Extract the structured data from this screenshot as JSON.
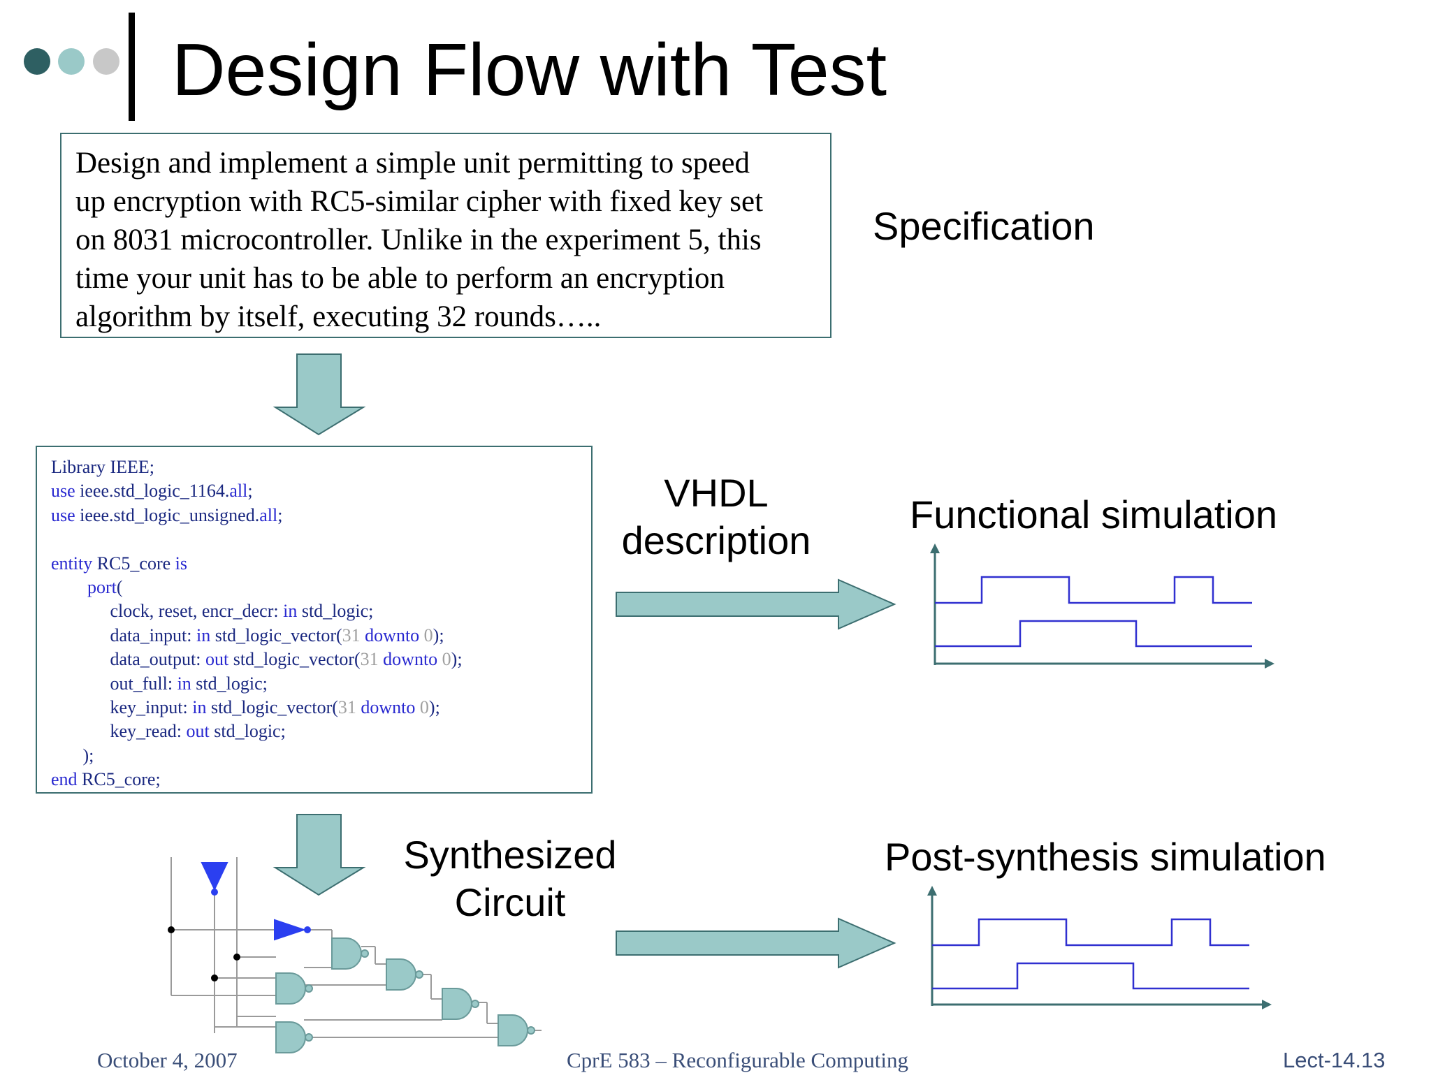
{
  "slide": {
    "title": "Design Flow with Test",
    "bullet_colors": [
      "#2e5f62",
      "#9ac9c8",
      "#c8c8c8"
    ]
  },
  "spec": {
    "lines": [
      "Design and implement a simple unit permitting to speed",
      "up encryption with RC5-similar cipher with fixed key set",
      "on 8031 microcontroller. Unlike in the experiment 5, this",
      "time your unit has to be able to perform an encryption",
      "algorithm by itself, executing 32 rounds….."
    ],
    "label": "Specification"
  },
  "vhdl": {
    "label_line1": "VHDL",
    "label_line2": "description",
    "code": [
      [
        {
          "t": "Library IEEE;",
          "c": "id"
        }
      ],
      [
        {
          "t": "use ",
          "c": "kw"
        },
        {
          "t": "ieee.std_logic_1164.",
          "c": "id"
        },
        {
          "t": "all",
          "c": "kw"
        },
        {
          "t": ";",
          "c": "id"
        }
      ],
      [
        {
          "t": "use ",
          "c": "kw"
        },
        {
          "t": "ieee.std_logic_unsigned.",
          "c": "id"
        },
        {
          "t": "all",
          "c": "kw"
        },
        {
          "t": ";",
          "c": "id"
        }
      ],
      [],
      [
        {
          "t": "entity ",
          "c": "kw"
        },
        {
          "t": "RC5_core ",
          "c": "id"
        },
        {
          "t": "is",
          "c": "kw"
        }
      ],
      [
        {
          "t": "        ",
          "c": "id"
        },
        {
          "t": "port",
          "c": "kw"
        },
        {
          "t": "(",
          "c": "id"
        }
      ],
      [
        {
          "t": "             clock, reset, encr_decr: ",
          "c": "id"
        },
        {
          "t": "in ",
          "c": "kw"
        },
        {
          "t": "std_logic;",
          "c": "id"
        }
      ],
      [
        {
          "t": "             data_input: ",
          "c": "id"
        },
        {
          "t": "in ",
          "c": "kw"
        },
        {
          "t": "std_logic_vector(",
          "c": "id"
        },
        {
          "t": "31 ",
          "c": "nm"
        },
        {
          "t": "downto ",
          "c": "kw"
        },
        {
          "t": "0",
          "c": "nm"
        },
        {
          "t": ");",
          "c": "id"
        }
      ],
      [
        {
          "t": "             data_output: ",
          "c": "id"
        },
        {
          "t": "out ",
          "c": "kw"
        },
        {
          "t": "std_logic_vector(",
          "c": "id"
        },
        {
          "t": "31 ",
          "c": "nm"
        },
        {
          "t": "downto ",
          "c": "kw"
        },
        {
          "t": "0",
          "c": "nm"
        },
        {
          "t": ");",
          "c": "id"
        }
      ],
      [
        {
          "t": "             out_full: ",
          "c": "id"
        },
        {
          "t": "in ",
          "c": "kw"
        },
        {
          "t": "std_logic;",
          "c": "id"
        }
      ],
      [
        {
          "t": "             key_input: ",
          "c": "id"
        },
        {
          "t": "in ",
          "c": "kw"
        },
        {
          "t": "std_logic_vector(",
          "c": "id"
        },
        {
          "t": "31 ",
          "c": "nm"
        },
        {
          "t": "downto ",
          "c": "kw"
        },
        {
          "t": "0",
          "c": "nm"
        },
        {
          "t": ");",
          "c": "id"
        }
      ],
      [
        {
          "t": "             key_read: ",
          "c": "id"
        },
        {
          "t": "out ",
          "c": "kw"
        },
        {
          "t": "std_logic;",
          "c": "id"
        }
      ],
      [
        {
          "t": "       );",
          "c": "id"
        }
      ],
      [
        {
          "t": "end ",
          "c": "kw"
        },
        {
          "t": "RC5_core;",
          "c": "id"
        }
      ]
    ]
  },
  "functional": {
    "label": "Functional simulation"
  },
  "synth": {
    "label_line1": "Synthesized",
    "label_line2": "Circuit"
  },
  "post": {
    "label": "Post-synthesis simulation"
  },
  "footer": {
    "date": "October 4, 2007",
    "course": "CprE 583 – Reconfigurable Computing",
    "lecture": "Lect-14.13"
  }
}
